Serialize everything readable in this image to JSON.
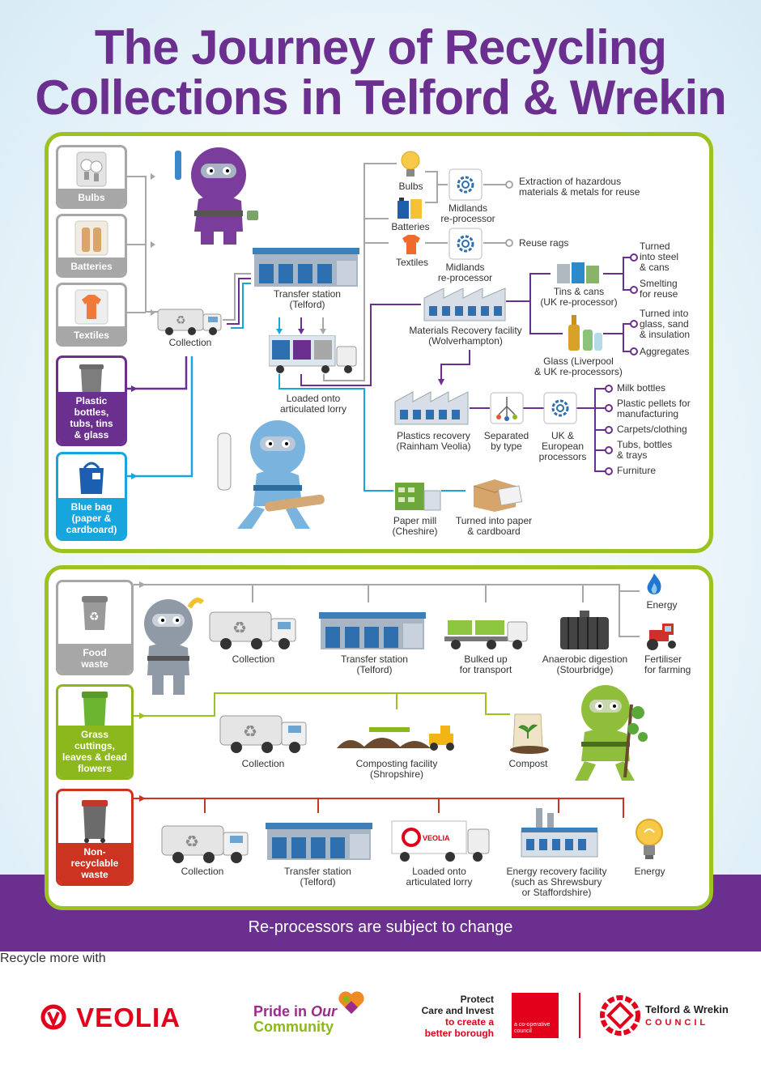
{
  "title_line1": "The Journey of Recycling",
  "title_line2": "Collections in Telford & Wrekin",
  "top": {
    "tiles": [
      "Bulbs",
      "Batteries",
      "Textiles"
    ],
    "bin_plastic": [
      "Plastic bottles,",
      "tubs, tins",
      "& glass"
    ],
    "bin_blue": [
      "Blue bag",
      "(paper &",
      "cardboard)"
    ],
    "collection": "Collection",
    "transfer": [
      "Transfer station",
      "(Telford)"
    ],
    "loaded": [
      "Loaded onto",
      "articulated lorry"
    ],
    "bulbs": "Bulbs",
    "batteries": "Batteries",
    "textiles": "Textiles",
    "midlands1": [
      "Midlands",
      "re-processor"
    ],
    "midlands2": [
      "Midlands",
      "re-processor"
    ],
    "extraction": [
      "Extraction of hazardous",
      "materials & metals for reuse"
    ],
    "reuse_rags": "Reuse rags",
    "mrf": [
      "Materials Recovery facility",
      "(Wolverhampton)"
    ],
    "tins": [
      "Tins & cans",
      "(UK re-processor)"
    ],
    "glass": [
      "Glass (Liverpool",
      "& UK re-processors)"
    ],
    "steel": [
      "Turned",
      "into steel",
      "& cans"
    ],
    "smelting": [
      "Smelting",
      "for reuse"
    ],
    "glass_out": [
      "Turned into",
      "glass, sand",
      "& insulation"
    ],
    "aggregates": "Aggregates",
    "plastics_recovery": [
      "Plastics recovery",
      "(Rainham Veolia)"
    ],
    "separated": [
      "Separated",
      "by type"
    ],
    "uk_euro": [
      "UK &",
      "European",
      "processors"
    ],
    "plastic_outputs": [
      "Milk bottles",
      "Plastic pellets for",
      "manufacturing",
      "Carpets/clothing",
      "Tubs, bottles",
      "& trays",
      "Furniture"
    ],
    "paper_mill": [
      "Paper mill",
      "(Cheshire)"
    ],
    "turned_paper": [
      "Turned into paper",
      "& cardboard"
    ]
  },
  "bottom": {
    "food_tile": [
      "Food",
      "waste"
    ],
    "grass_tile": [
      "Grass cuttings,",
      "leaves & dead",
      "flowers"
    ],
    "nonrec_tile": [
      "Non-recyclable",
      "waste"
    ],
    "food_steps": [
      "Collection",
      "Transfer station",
      "(Telford)",
      "Bulked up",
      "for transport",
      "Anaerobic digestion",
      "(Stourbridge)"
    ],
    "energy1": "Energy",
    "fertiliser": [
      "Fertiliser",
      "for farming"
    ],
    "grass_steps": [
      "Collection",
      "Composting facility",
      "(Shropshire)",
      "Compost"
    ],
    "nonrec_steps": [
      "Collection",
      "Transfer station",
      "(Telford)",
      "Loaded onto",
      "articulated lorry",
      "Energy recovery facility",
      "(such as Shrewsbury",
      "or Staffordshire)"
    ],
    "energy2": "Energy"
  },
  "footer_note": "Re-processors are subject to change",
  "footer": {
    "recycle_more": "Recycle more with",
    "veolia": "VEOLIA",
    "pride1": "Pride in",
    "pride_our": "Our",
    "pride2": "Community",
    "protect": [
      "Protect",
      "Care and Invest"
    ],
    "protect_red": [
      "to create a",
      "better borough"
    ],
    "coop": "a co-operative council",
    "twc1": "Telford & Wrekin",
    "twc2": "COUNCIL"
  },
  "colors": {
    "purple": "#6b2f8f",
    "green": "#9cc21f",
    "blue": "#16a5dc",
    "red": "#cc3320",
    "grey": "#a7a7a7"
  }
}
